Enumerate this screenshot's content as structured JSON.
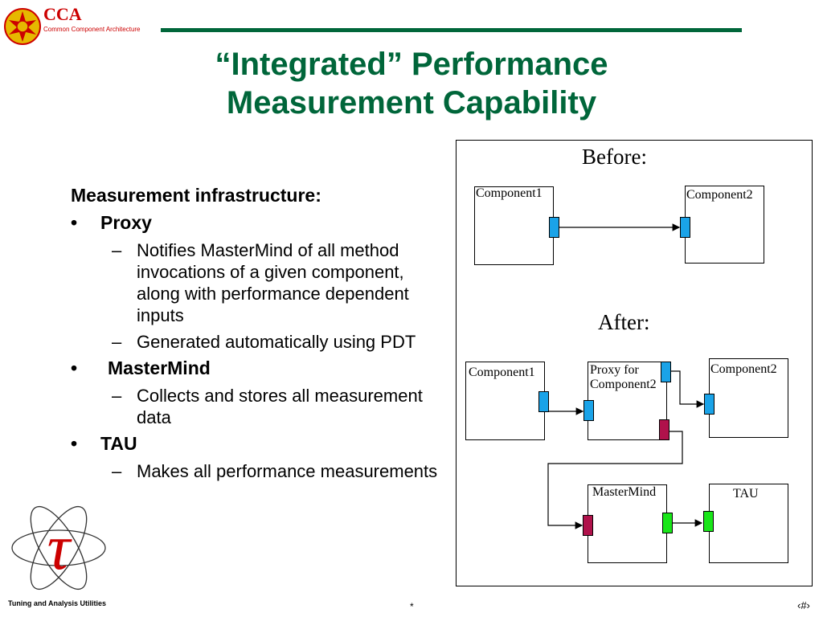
{
  "header": {
    "logo_title": "CCA",
    "logo_subtitle": "Common Component Architecture"
  },
  "slide": {
    "title_line1": "“Integrated” Performance",
    "title_line2": "Measurement Capability"
  },
  "bullets": {
    "heading": "Measurement infrastructure:",
    "items": [
      {
        "marker": "•",
        "label": "Proxy",
        "subitems": [
          "Notifies MasterMind of all method invocations of a given component, along with performance dependent inputs",
          "Generated automatically using PDT"
        ]
      },
      {
        "marker": "•",
        "label": "MasterMind",
        "subitems": [
          "Collects and stores all measurement data"
        ]
      },
      {
        "marker": "•",
        "label": "TAU",
        "subitems": [
          "Makes all performance measurements"
        ]
      }
    ],
    "sub_marker": "–"
  },
  "diagram": {
    "before_title": "Before:",
    "after_title": "After:",
    "before": {
      "component1": "Component1",
      "component2": "Component2"
    },
    "after": {
      "component1": "Component1",
      "proxy_line1": "Proxy for",
      "proxy_line2": "Component2",
      "component2": "Component2",
      "mastermind": "MasterMind",
      "tau": "TAU"
    },
    "colors": {
      "uses_port": "#1aa3e8",
      "monitor_port": "#b0124b",
      "measurement_port": "#19e619"
    }
  },
  "footer": {
    "center": "*",
    "page_number": "‹#›",
    "tau_caption": "Tuning and Analysis Utilities"
  },
  "colors": {
    "title_green": "#00663a",
    "cca_red": "#cc0000",
    "tau_red": "#cc0000"
  }
}
